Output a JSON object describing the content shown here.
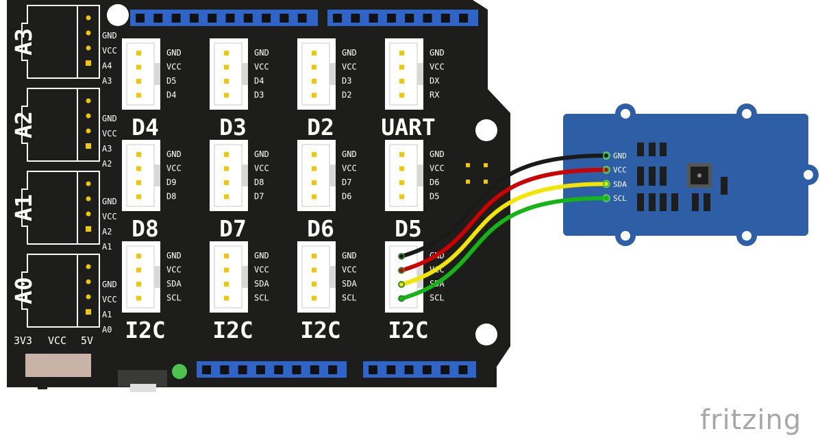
{
  "shield": {
    "analog_ports": [
      {
        "name": "A3",
        "pins": [
          "GND",
          "VCC",
          "A4",
          "A3"
        ]
      },
      {
        "name": "A2",
        "pins": [
          "GND",
          "VCC",
          "A3",
          "A2"
        ]
      },
      {
        "name": "A1",
        "pins": [
          "GND",
          "VCC",
          "A2",
          "A1"
        ]
      },
      {
        "name": "A0",
        "pins": [
          "GND",
          "VCC",
          "A1",
          "A0"
        ]
      }
    ],
    "grove_ports": [
      {
        "name": "D4",
        "pins": [
          "GND",
          "VCC",
          "D5",
          "D4"
        ]
      },
      {
        "name": "D3",
        "pins": [
          "GND",
          "VCC",
          "D4",
          "D3"
        ]
      },
      {
        "name": "D2",
        "pins": [
          "GND",
          "VCC",
          "D3",
          "D2"
        ]
      },
      {
        "name": "UART",
        "pins": [
          "GND",
          "VCC",
          "DX",
          "RX"
        ]
      },
      {
        "name": "D8",
        "pins": [
          "GND",
          "VCC",
          "D9",
          "D8"
        ]
      },
      {
        "name": "D7",
        "pins": [
          "GND",
          "VCC",
          "D8",
          "D7"
        ]
      },
      {
        "name": "D6",
        "pins": [
          "GND",
          "VCC",
          "D7",
          "D6"
        ]
      },
      {
        "name": "D5",
        "pins": [
          "GND",
          "VCC",
          "D6",
          "D5"
        ]
      },
      {
        "name": "I2C",
        "pins": [
          "GND",
          "VCC",
          "SDA",
          "SCL"
        ]
      },
      {
        "name": "I2C",
        "pins": [
          "GND",
          "VCC",
          "SDA",
          "SCL"
        ]
      },
      {
        "name": "I2C",
        "pins": [
          "GND",
          "VCC",
          "SDA",
          "SCL"
        ]
      },
      {
        "name": "I2C",
        "pins": [
          "GND",
          "VCC",
          "SDA",
          "SCL"
        ]
      }
    ],
    "power_labels": [
      "3V3",
      "VCC",
      "5V"
    ]
  },
  "sensor": {
    "pins": [
      "GND",
      "VCC",
      "SDA",
      "SCL"
    ]
  },
  "wires": [
    {
      "name": "GND",
      "color": "#1a1a1a"
    },
    {
      "name": "VCC",
      "color": "#cc0000"
    },
    {
      "name": "SDA",
      "color": "#f2e600"
    },
    {
      "name": "SCL",
      "color": "#14b514"
    }
  ],
  "colors": {
    "board": "#1d1d1b",
    "header": "#2f64c8",
    "sensor_board": "#2d5ea6"
  },
  "watermark": "fritzing"
}
